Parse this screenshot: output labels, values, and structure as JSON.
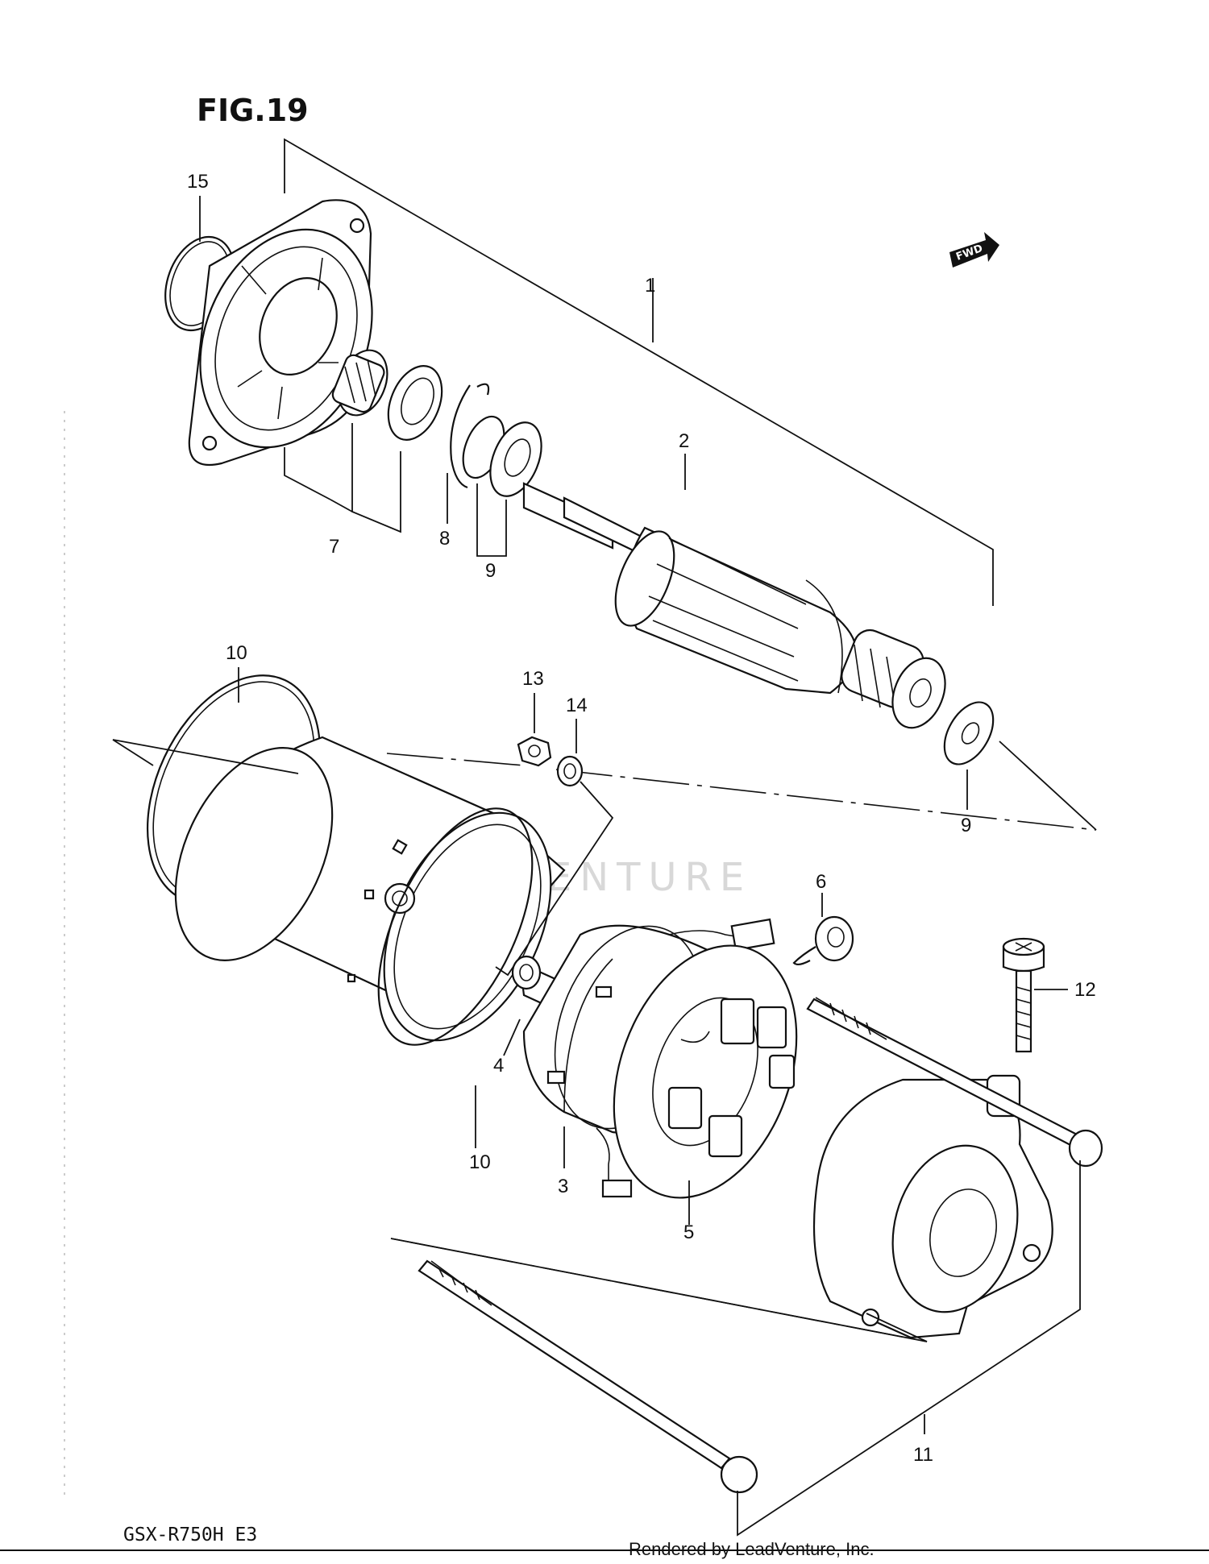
{
  "figure": {
    "title": "FIG.19",
    "model": "GSX-R750H  E3",
    "credit": "Rendered by LeadVenture, Inc.",
    "watermark": "LEADVENTURE",
    "fwd_label": "FWD"
  },
  "callouts": [
    "1",
    "2",
    "3",
    "4",
    "5",
    "6",
    "7",
    "8",
    "9",
    "9",
    "10",
    "10",
    "11",
    "12",
    "13",
    "14",
    "15"
  ],
  "colors": {
    "ink": "#111111",
    "watermark": "#d8d8d8"
  }
}
